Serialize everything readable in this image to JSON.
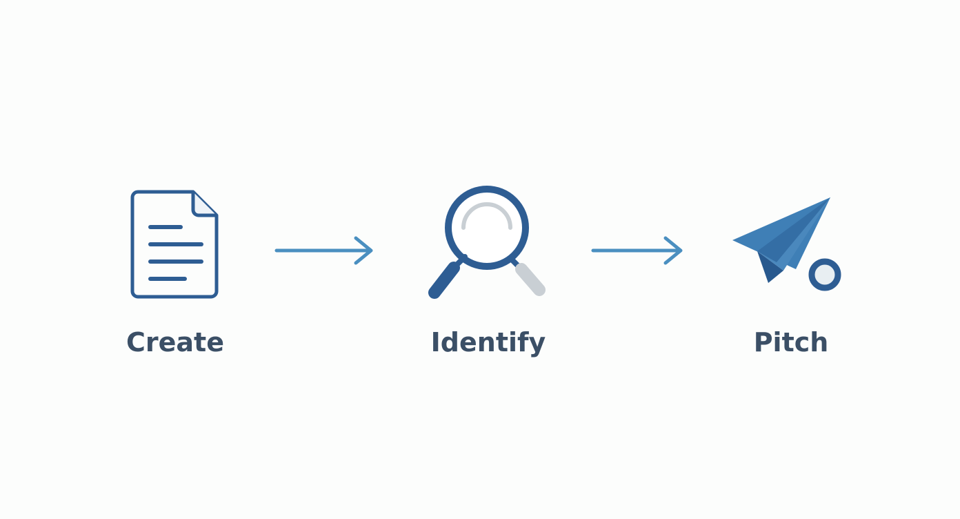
{
  "steps": [
    {
      "label": "Create",
      "icon": "document-icon"
    },
    {
      "label": "Identify",
      "icon": "magnifier-icon"
    },
    {
      "label": "Pitch",
      "icon": "paper-plane-icon"
    }
  ],
  "connectors": [
    "arrow-right-icon",
    "arrow-right-icon"
  ],
  "colors": {
    "primary": "#2e5d93",
    "accent": "#4a8fc0",
    "light_gray": "#c9cfd4",
    "label_text": "#3b4f66",
    "background": "#fcfdfc"
  }
}
